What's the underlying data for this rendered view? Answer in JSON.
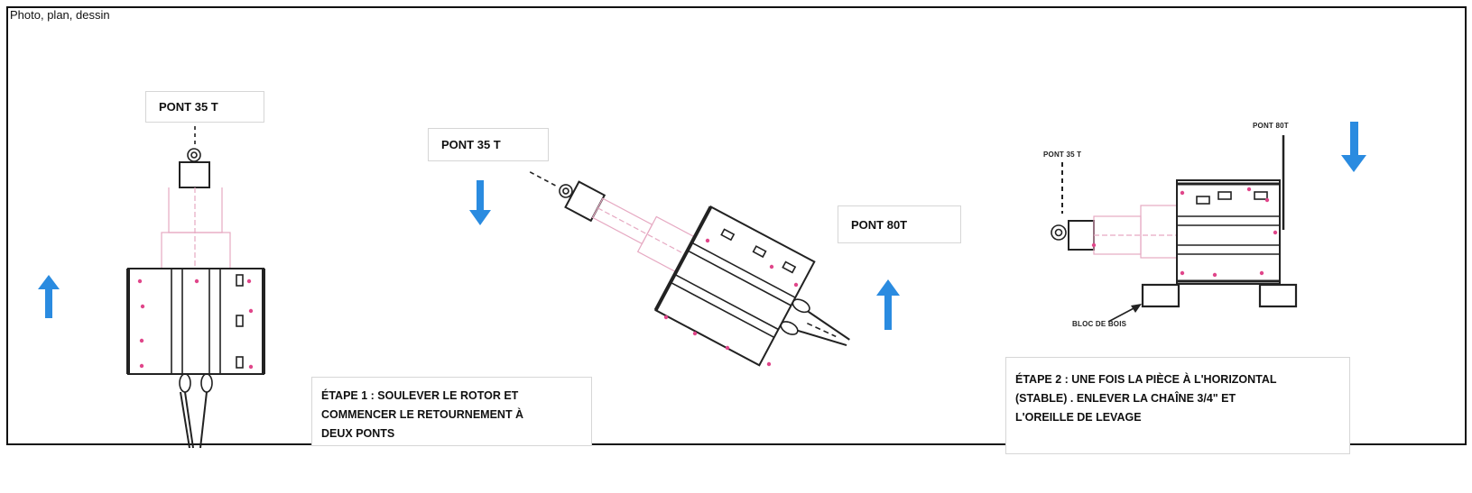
{
  "header": {
    "label": "Photo, plan, dessin"
  },
  "panel1": {
    "crane_label": "PONT 35 T"
  },
  "panel2": {
    "crane_a_label": "PONT 35 T",
    "crane_b_label": "PONT 80T",
    "step_note": "ÉTAPE 1 : SOULEVER LE ROTOR ET\nCOMMENCER LE RETOURNEMENT À\nDEUX PONTS"
  },
  "panel3": {
    "crane_a_label": "PONT 35 T",
    "crane_b_label": "PONT 80T",
    "block_label": "BLOC DE BOIS",
    "step_note": "ÉTAPE 2 : UNE FOIS LA PIÈCE À L'HORIZONTAL\n(STABLE) . ENLEVER LA CHAÎNE 3/4\" ET\nL'OREILLE DE LEVAGE"
  },
  "colors": {
    "arrow_blue": "#2a8be0",
    "marker_pink": "#e0468a",
    "outline_pink": "#e6a9c2",
    "line_dark": "#222222"
  }
}
